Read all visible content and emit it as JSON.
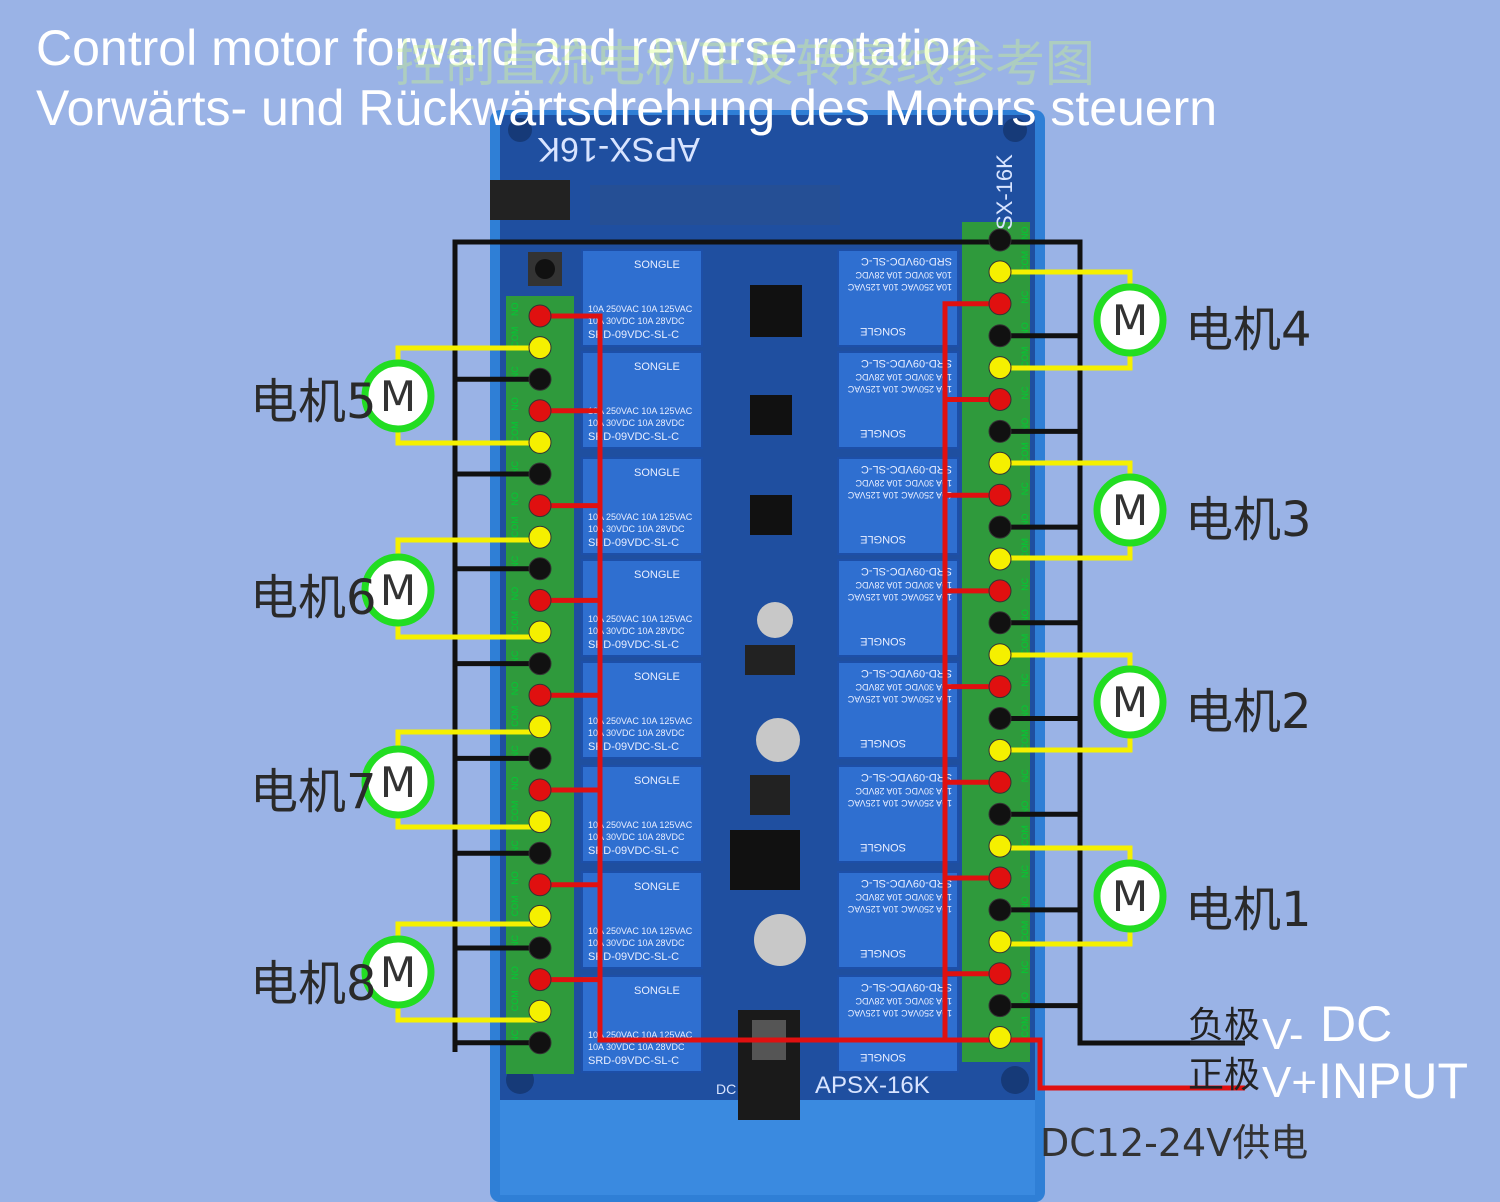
{
  "title_line1": "Control motor forward and reverse rotation",
  "title_line2": "Vorwärts- und Rückwärtsdrehung des Motors steuern",
  "watermark_cn": "控制直流电机正反转接线参考图",
  "board": {
    "model_top": "APSX-16K",
    "model_side": "SX-16K",
    "model_bottom": "APSX-16K",
    "dc_jack_label": "DC",
    "relay_brand": "SONGLE",
    "relay_model": "SRD-09VDC-SL-C",
    "relay_ratings": [
      "10A 250VAC  10A 125VAC",
      "10A 30VDC  10A 28VDC"
    ],
    "terminal_labels": [
      "NO",
      "COM",
      "NC"
    ]
  },
  "motor_symbol": "M",
  "motors_left": [
    {
      "label": "电机5"
    },
    {
      "label": "电机6"
    },
    {
      "label": "电机7"
    },
    {
      "label": "电机8"
    }
  ],
  "motors_right": [
    {
      "label": "电机4"
    },
    {
      "label": "电机3"
    },
    {
      "label": "电机2"
    },
    {
      "label": "电机1"
    }
  ],
  "power": {
    "neg_cn": "负极",
    "pos_cn": "正极",
    "neg_label": "V-",
    "pos_label": "V+",
    "dc_label": "DC",
    "input_label": "INPUT",
    "supply_text": "DC12-24V供电"
  },
  "colors": {
    "background": "#9ab3e6",
    "board": "#1f4fa0",
    "case": "#2f7fd6",
    "terminal_green": "#2f9a3c",
    "relay_blue": "#2f6fd0",
    "wire_red": "#e01010",
    "wire_yellow": "#f5f000",
    "wire_black": "#111111",
    "motor_ring": "#22dd22"
  }
}
